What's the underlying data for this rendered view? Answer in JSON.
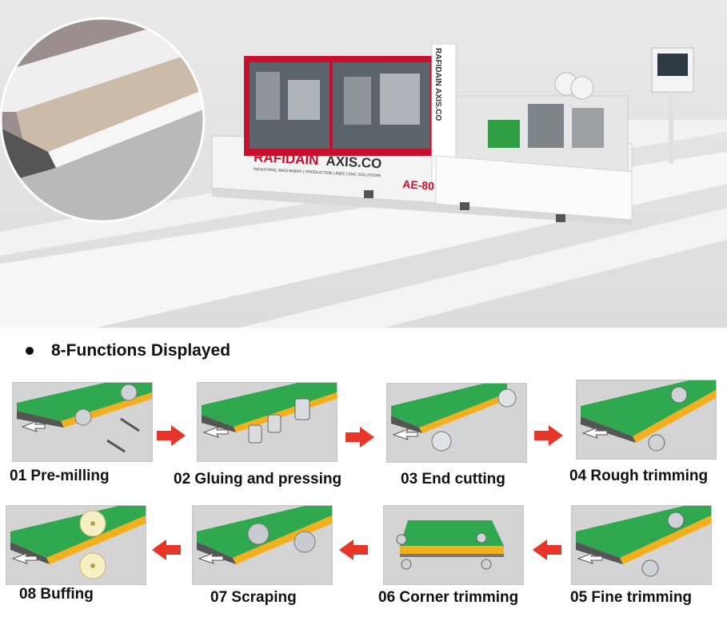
{
  "hero": {
    "brand": "RAFIDAIN AXIS.CO",
    "brand_part1": "RAFIDAIN",
    "brand_part2": "AXIS.CO",
    "brand_tagline": "INDUSTRIAL MACHINERY | PRODUCTION LINES | CNC SOLUTIONS",
    "model": "AE-80",
    "side_label": "RAFIDAIN AXIS.CO"
  },
  "section": {
    "title": "8-Functions Displayed"
  },
  "functions": [
    {
      "label": "01 Pre-milling"
    },
    {
      "label": "02 Gluing and pressing"
    },
    {
      "label": "03 End cutting"
    },
    {
      "label": "04 Rough trimming"
    },
    {
      "label": "05 Fine trimming"
    },
    {
      "label": "06 Corner trimming"
    },
    {
      "label": "07 Scraping"
    },
    {
      "label": "08 Buffing"
    }
  ],
  "colors": {
    "machine_red": "#c8102e",
    "board_green": "#2fa84f",
    "edge_yellow": "#f2b01e",
    "arrow_red": "#e8352a"
  }
}
